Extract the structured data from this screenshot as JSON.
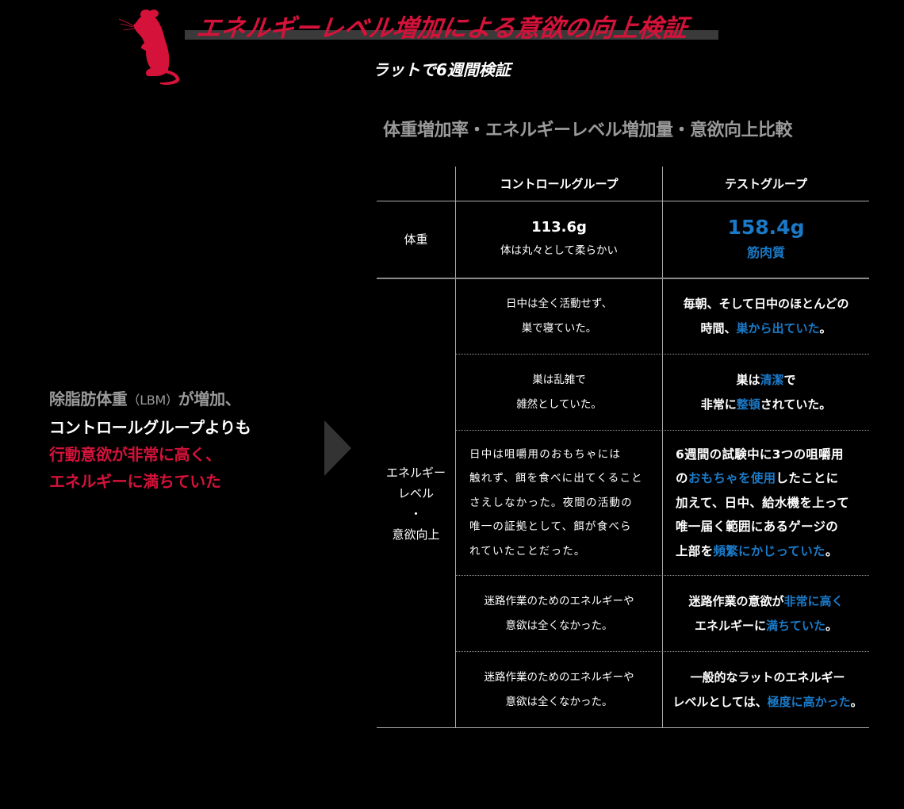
{
  "header": {
    "title": "エネルギーレベル増加による意欲の向上検証",
    "subtitle": "ラットで6週間検証",
    "icon": "rat-icon",
    "accent_color": "#d4123a"
  },
  "section_title": "体重増加率・エネルギーレベル増加量・意欲向上比較",
  "summary": {
    "line1_pre": "除脂肪体重",
    "line1_abbr": "（LBM）",
    "line1_post": "が増加、",
    "line2": "コントロールグループよりも",
    "line3": "行動意欲が非常に高く、",
    "line4": "エネルギーに満ちていた"
  },
  "table": {
    "columns": [
      "",
      "コントロールグループ",
      "テストグループ"
    ],
    "highlight_color": "#1a7ac8",
    "weight_row": {
      "label": "体重",
      "control_value": "113.6g",
      "control_note": "体は丸々として柔らかい",
      "test_value": "158.4g",
      "test_note": "筋肉質"
    },
    "energy_label": {
      "line1": "エネルギー",
      "line2": "レベル",
      "line3": "・",
      "line4": "意欲向上"
    },
    "rows": [
      {
        "control": [
          "日中は全く活動せず、",
          "巣で寝ていた。"
        ],
        "test": {
          "l1": "毎朝、そして日中のほとんどの",
          "l2_pre": "時間、",
          "l2_hl": "巣から出ていた",
          "l2_post": "。"
        }
      },
      {
        "control": [
          "巣は乱雑で",
          "雑然としていた。"
        ],
        "test": {
          "l1_pre": "巣は",
          "l1_hl": "清潔",
          "l1_post": "で",
          "l2_pre": "非常に",
          "l2_hl": "整頓",
          "l2_post": "されていた。"
        }
      },
      {
        "control": [
          "日中は咀嚼用のおもちゃには",
          "触れず、餌を食べに出てくること",
          "さえしなかった。夜間の活動の",
          "唯一の証拠として、餌が食べら",
          "れていたことだった。"
        ],
        "test": {
          "l1": "6週間の試験中に3つの咀嚼用",
          "l2_pre": "の",
          "l2_hl": "おもちゃを使用",
          "l2_post": "したことに",
          "l3": "加えて、日中、給水機を上って",
          "l4": "唯一届く範囲にあるゲージの",
          "l5_pre": "上部を",
          "l5_hl": "頻繁にかじっていた",
          "l5_post": "。"
        }
      },
      {
        "control": [
          "迷路作業のためのエネルギーや",
          "意欲は全くなかった。"
        ],
        "test": {
          "l1_pre": "迷路作業の意欲が",
          "l1_hl": "非常に高く",
          "l2_pre": "エネルギーに",
          "l2_hl": "満ちていた",
          "l2_post": "。"
        }
      },
      {
        "control": [
          "迷路作業のためのエネルギーや",
          "意欲は全くなかった。"
        ],
        "test": {
          "l1": "一般的なラットのエネルギー",
          "l2_pre": "レベルとしては、",
          "l2_hl": "極度に高かった",
          "l2_post": "。"
        }
      }
    ]
  }
}
